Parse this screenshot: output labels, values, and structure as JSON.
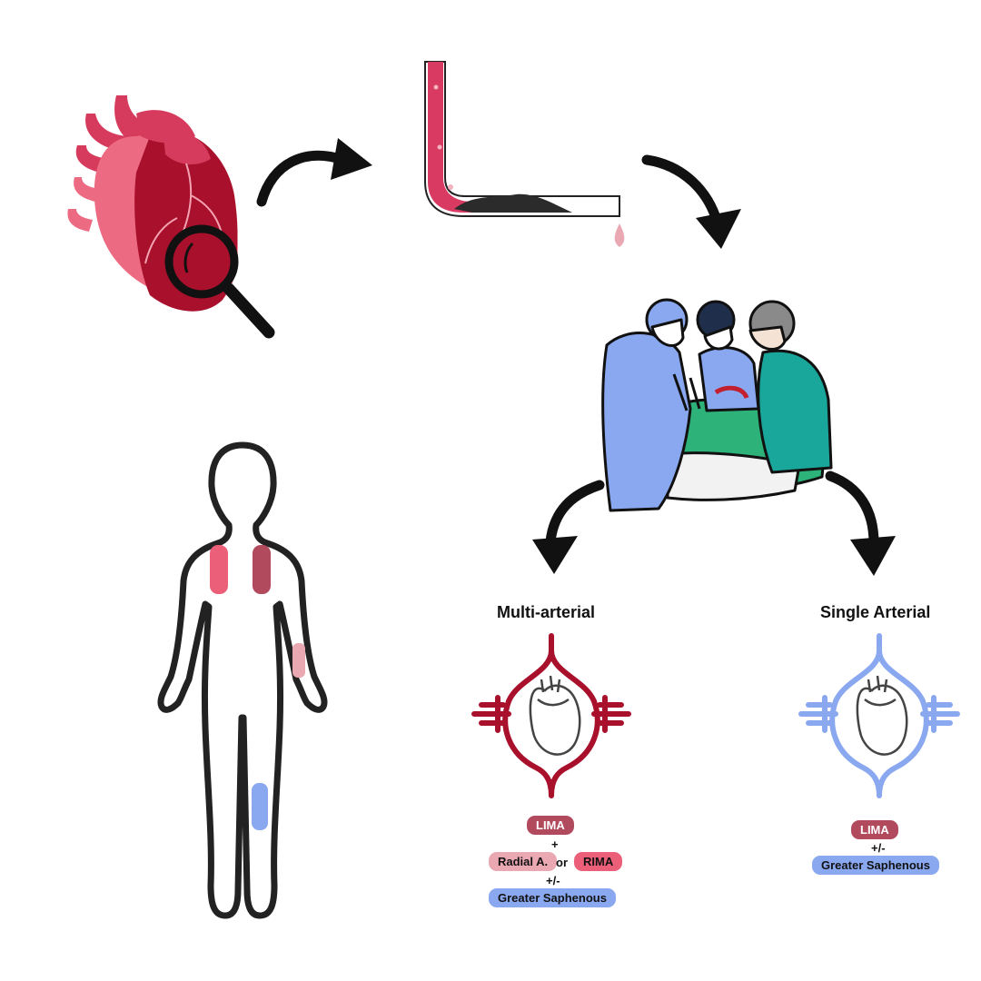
{
  "multi": {
    "title": "Multi-arterial",
    "lima": "LIMA",
    "plus": "+",
    "radial": "Radial A.",
    "or": "or",
    "rima": "RIMA",
    "plusminus": "+/-",
    "saphenous": "Greater Saphenous"
  },
  "single": {
    "title": "Single Arterial",
    "lima": "LIMA",
    "plusminus": "+/-",
    "saphenous": "Greater Saphenous"
  },
  "colors": {
    "lima": "#b24a5e",
    "radial": "#e9a8b2",
    "rima": "#ec5f78",
    "saphenous": "#8aa8f0",
    "multi_accent": "#a8102c",
    "single_accent": "#8aa8f0"
  },
  "icons": [
    "heart-magnifier-icon",
    "clogged-artery-icon",
    "surgical-team-icon",
    "body-graft-sites-icon",
    "multi-arterial-heart-icon",
    "single-arterial-heart-icon"
  ]
}
